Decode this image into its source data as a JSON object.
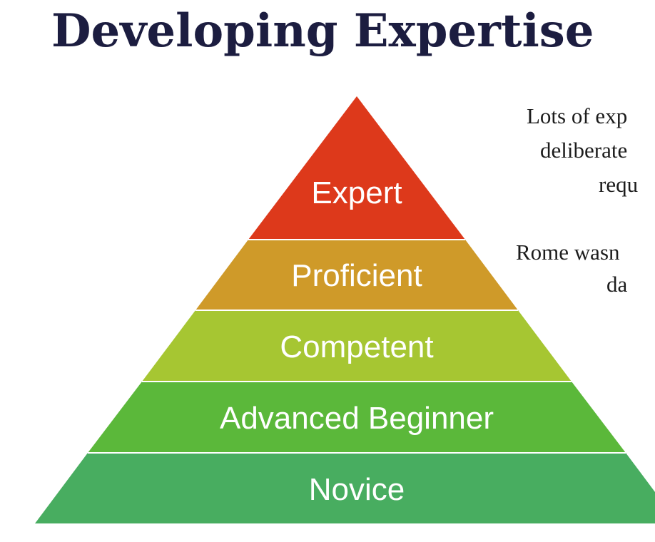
{
  "title": "Developing Expertise",
  "notes": {
    "line1": "Lots of exp",
    "line2": "deliberate",
    "line3": "requ",
    "line4": "Rome wasn",
    "line5": "da"
  },
  "tiers": [
    {
      "label": "Expert",
      "color": "#dd391b"
    },
    {
      "label": "Proficient",
      "color": "#cf9a29"
    },
    {
      "label": "Competent",
      "color": "#a6c632"
    },
    {
      "label": "Advanced Beginner",
      "color": "#5bb83a"
    },
    {
      "label": "Novice",
      "color": "#48ad60"
    }
  ]
}
